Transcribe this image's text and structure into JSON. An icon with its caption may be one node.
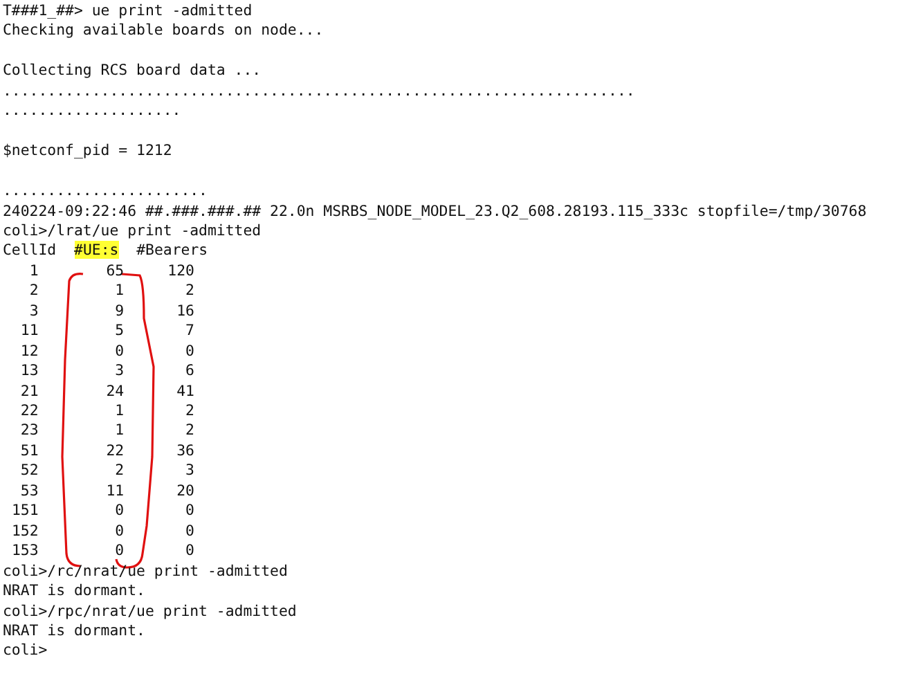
{
  "diagram": {
    "labels": [
      "T###1_##> ue print -admitted",
      "Checking available boards on node...",
      "Collecting RCS board data ...",
      ".......................................................................",
      "....................",
      "$netconf_pid = 1212",
      ".......................",
      "240224-09:22:46 ##.###.###.## 22.0n MSRBS_NODE_MODEL_23.Q2_608.28193.115_333c stopfile=/tmp/30768",
      "coli>/lrat/ue print -admitted",
      "CellId",
      "#UE:s",
      "#Bearers",
      "1",
      "65",
      "120",
      "2",
      "1",
      "2",
      "3",
      "9",
      "16",
      "11",
      "5",
      "7",
      "12",
      "0",
      "0",
      "13",
      "3",
      "6",
      "21",
      "24",
      "41",
      "22",
      "1",
      "2",
      "23",
      "1",
      "2",
      "51",
      "22",
      "36",
      "52",
      "2",
      "3",
      "53",
      "11",
      "20",
      "151",
      "0",
      "0",
      "152",
      "0",
      "0",
      "153",
      "0",
      "0",
      "coli>/rc/nrat/ue print -admitted",
      "NRAT is dormant.",
      "coli>/rpc/nrat/ue print -admitted",
      "NRAT is dormant.",
      "coli>"
    ]
  }
}
